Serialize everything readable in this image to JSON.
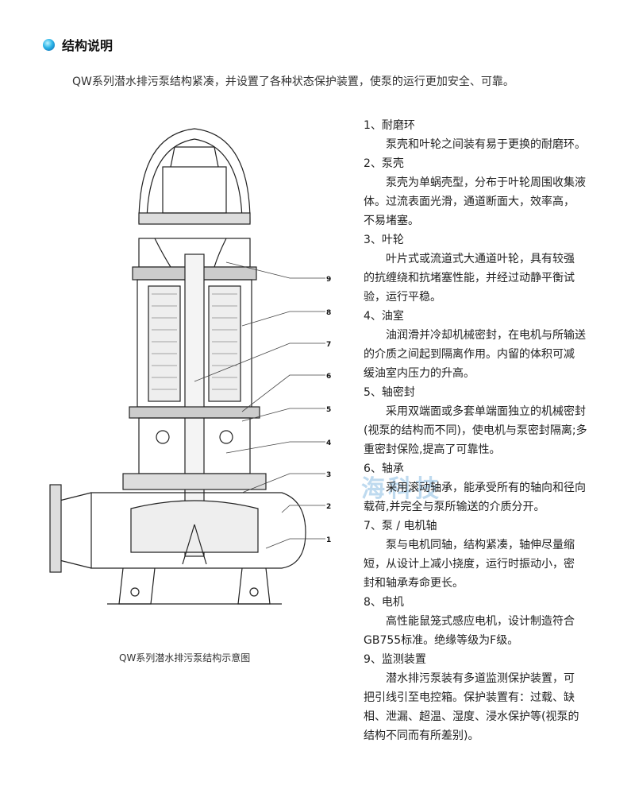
{
  "section": {
    "title": "结构说明",
    "icon": "blue-bullet-icon"
  },
  "intro": "QW系列潜水排污泵结构紧凑，并设置了各种状态保护装置，使泵的运行更加安全、可靠。",
  "figure": {
    "caption": "QW系列潜水排污泵结构示意图",
    "watermark": "海科技",
    "callouts": [
      "9",
      "8",
      "7",
      "6",
      "5",
      "4",
      "3",
      "2",
      "1"
    ]
  },
  "items": [
    {
      "title": "1、耐磨环",
      "lines": [
        "泵壳和叶轮之间装有易于更换的耐磨环。"
      ]
    },
    {
      "title": "2、泵壳",
      "lines": [
        "泵壳为单蜗壳型，分布于叶轮周围收集液",
        "体。过流表面光滑，通道断面大，效率高，",
        "不易堵塞。"
      ]
    },
    {
      "title": "3、叶轮",
      "lines": [
        "叶片式或流道式大通道叶轮，具有较强",
        "的抗缠绕和抗堵塞性能，并经过动静平衡试",
        "验，运行平稳。"
      ]
    },
    {
      "title": "4、油室",
      "lines": [
        "油润滑并冷却机械密封，在电机与所输送",
        "的介质之间起到隔离作用。内留的体积可减",
        "缓油室内压力的升高。"
      ]
    },
    {
      "title": "5、轴密封",
      "lines": [
        "采用双端面或多套单端面独立的机械密封",
        "(视泵的结构而不同)，使电机与泵密封隔离;多",
        "重密封保险,提高了可靠性。"
      ]
    },
    {
      "title": "6、轴承",
      "lines": [
        "采用滚动轴承，能承受所有的轴向和径向",
        "载荷,并完全与泵所输送的介质分开。"
      ]
    },
    {
      "title": "7、泵 / 电机轴",
      "lines": [
        "泵与电机同轴，结构紧凑，轴伸尽量缩",
        "短，从设计上减小挠度，运行时振动小，密",
        "封和轴承寿命更长。"
      ]
    },
    {
      "title": "8、电机",
      "lines": [
        "高性能鼠笼式感应电机，设计制造符合",
        "GB755标准。绝缘等级为F级。"
      ]
    },
    {
      "title": "9、监测装置",
      "lines": [
        "潜水排污泵装有多道监测保护装置，可",
        "把引线引至电控箱。保护装置有：过载、缺",
        "相、泄漏、超温、湿度、浸水保护等(视泵的",
        "结构不同而有所差别)。"
      ]
    }
  ]
}
